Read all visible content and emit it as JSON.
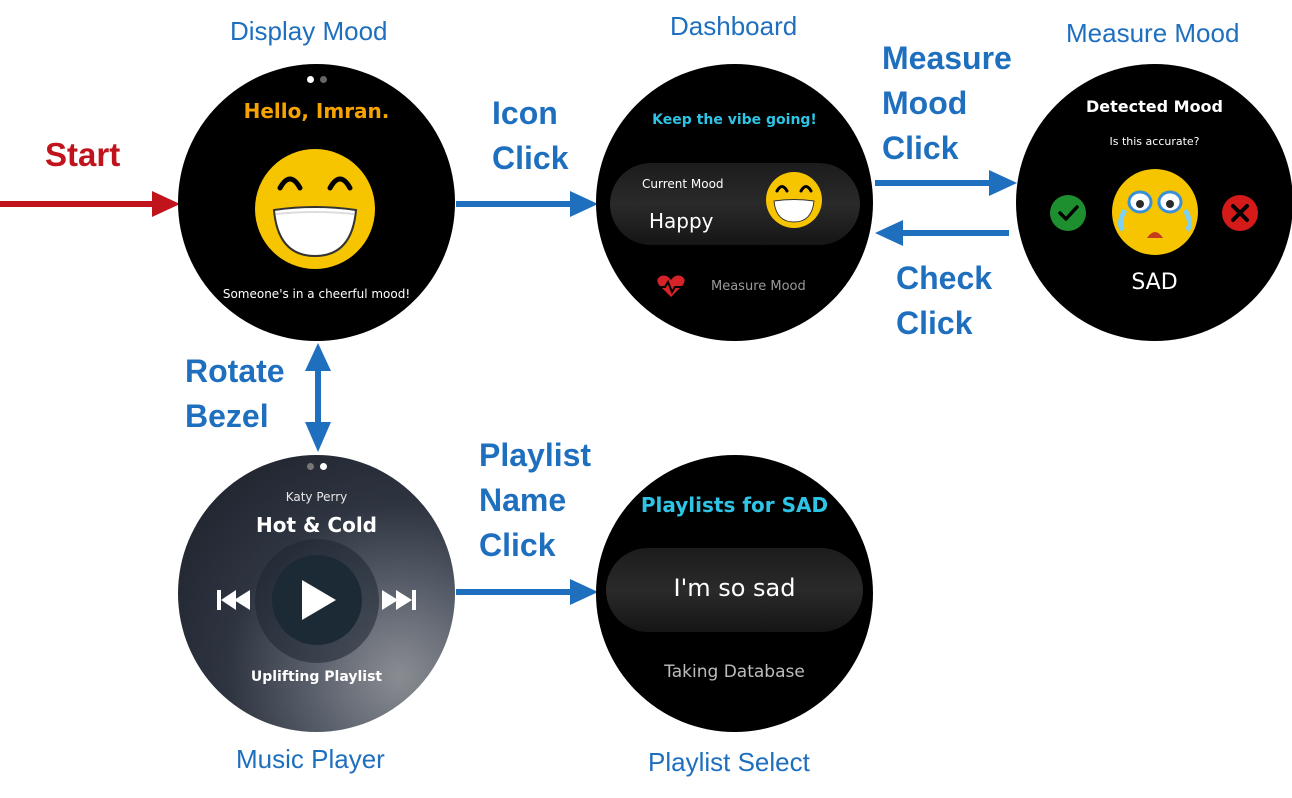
{
  "screens": {
    "display_mood": {
      "title": "Display Mood",
      "greeting": "Hello, Imran.",
      "caption": "Someone's in a cheerful mood!"
    },
    "dashboard": {
      "title": "Dashboard",
      "header": "Keep the vibe going!",
      "current_mood_label": "Current Mood",
      "current_mood_value": "Happy",
      "measure_label": "Measure Mood"
    },
    "measure_mood": {
      "title": "Measure Mood",
      "header": "Detected Mood",
      "question": "Is this accurate?",
      "mood_value": "SAD"
    },
    "music_player": {
      "title": "Music Player",
      "artist": "Katy Perry",
      "song": "Hot & Cold",
      "playlist": "Uplifting Playlist"
    },
    "playlist_select": {
      "title": "Playlist Select",
      "header": "Playlists for SAD",
      "item_selected": "I'm so sad",
      "item_next": "Taking Database"
    }
  },
  "flow": {
    "start": "Start",
    "icon_click": [
      "Icon",
      "Click"
    ],
    "measure_mood_click": [
      "Measure",
      "Mood",
      "Click"
    ],
    "check_click": [
      "Check",
      "Click"
    ],
    "rotate_bezel": [
      "Rotate",
      "Bezel"
    ],
    "playlist_name_click": [
      "Playlist",
      "Name",
      "Click"
    ]
  },
  "colors": {
    "flow_blue": "#1f6fbf",
    "start_red": "#c0131b",
    "greeting_orange": "#f5a300",
    "header_cyan": "#2ec4e6",
    "accept_green": "#1e8f2e",
    "reject_red": "#d51a1a"
  }
}
